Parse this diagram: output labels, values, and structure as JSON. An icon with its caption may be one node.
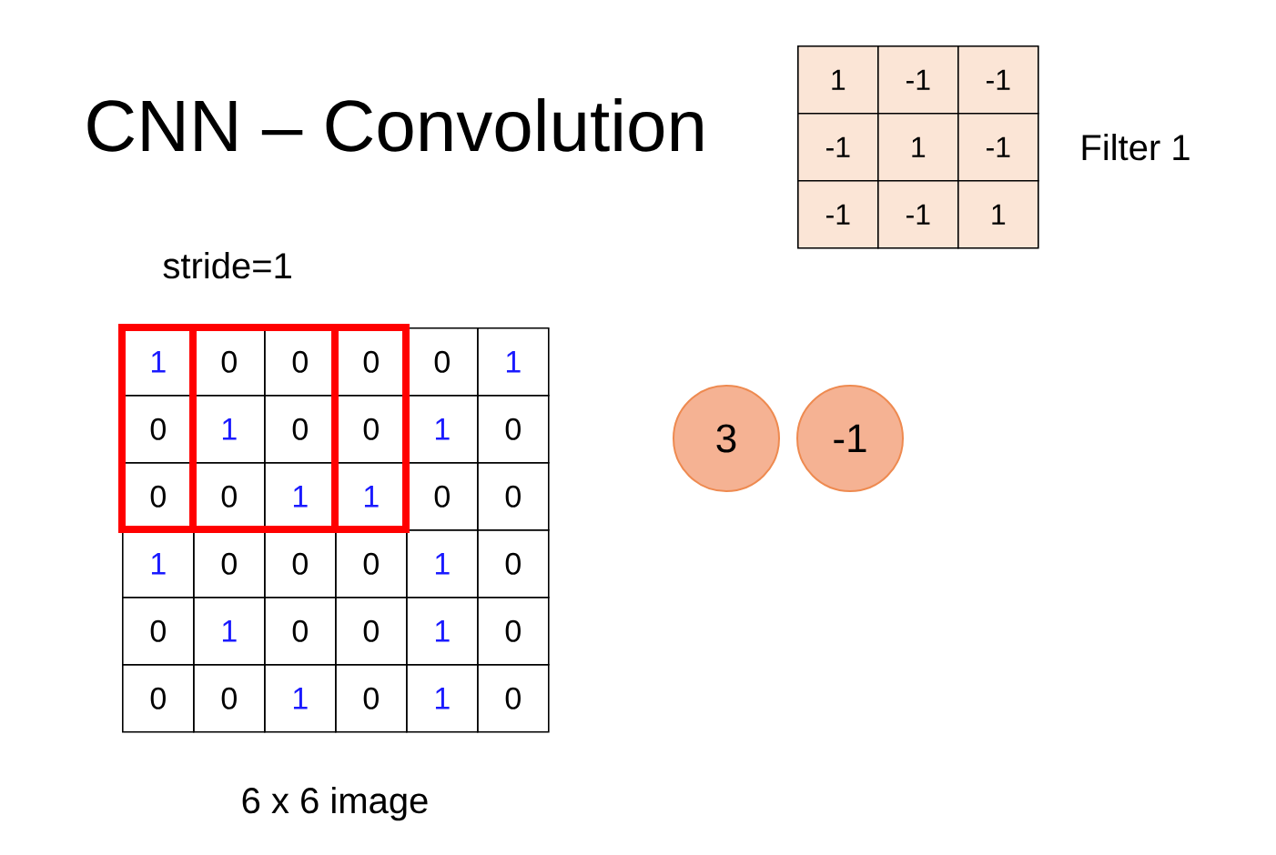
{
  "diagram": {
    "title": "CNN – Convolution",
    "nodes": [
      {
        "text": [
          "3"
        ]
      },
      {
        "text": [
          "-1"
        ]
      }
    ],
    "labels": [
      "1",
      "-1",
      "-1",
      "-1",
      "1",
      "-1",
      "-1",
      "-1",
      "1",
      "Filter 1",
      "stride=1",
      "1",
      "0",
      "0",
      "0",
      "0",
      "1",
      "0",
      "1",
      "0",
      "0",
      "1",
      "0",
      "0",
      "0",
      "1",
      "1",
      "0",
      "0",
      "1",
      "0",
      "0",
      "0",
      "1",
      "0",
      "0",
      "1",
      "0",
      "0",
      "1",
      "0",
      "0",
      "0",
      "1",
      "0",
      "1",
      "0",
      "6 x 6 image"
    ]
  }
}
